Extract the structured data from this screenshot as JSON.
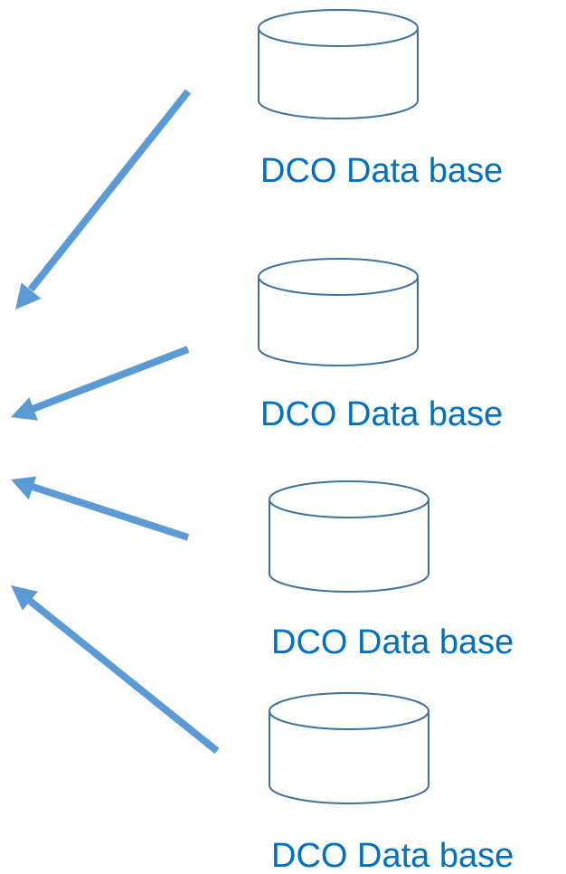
{
  "colors": {
    "arrow": "#5B9BD5",
    "cylinder_stroke": "#41719C",
    "label": "#0070C0"
  },
  "databases": [
    {
      "label": "DCO Data base"
    },
    {
      "label": "DCO Data base"
    },
    {
      "label": "DCO Data base"
    },
    {
      "label": "DCO Data base"
    }
  ]
}
